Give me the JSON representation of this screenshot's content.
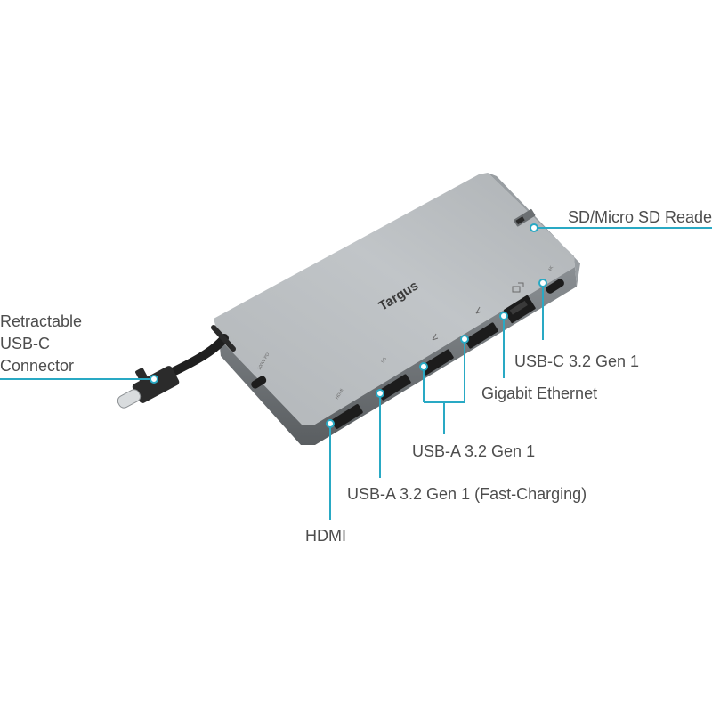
{
  "product": {
    "brand": "Targus",
    "port_markings": [
      "HDMI",
      "SS",
      "100W PD",
      "4K",
      "60"
    ]
  },
  "callouts": {
    "sd_reader": "SD/Micro SD Reader",
    "retractable": [
      "Retractable",
      "USB-C",
      "Connector"
    ],
    "usbc_gen1": "USB-C 3.2 Gen 1",
    "ethernet": "Gigabit Ethernet",
    "usba_gen1": "USB-A 3.2 Gen 1",
    "usba_fast": "USB-A 3.2 Gen 1 (Fast-Charging)",
    "hdmi": "HDMI"
  },
  "colors": {
    "leader_line": "#29a9c4",
    "hub_body": "#b9bdc0",
    "hub_front": "#6e7377",
    "port_black": "#1c1c1c",
    "label_text": "#4d4d4d"
  }
}
